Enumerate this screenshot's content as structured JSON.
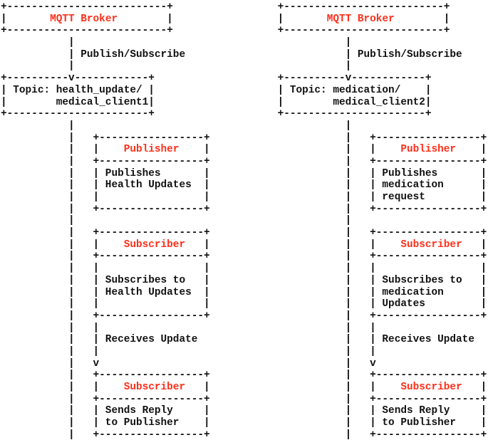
{
  "title": "MQTT Broker publish/subscribe ASCII diagram",
  "colors": {
    "background": "#ffffff",
    "text": "#111111",
    "accent": "#ff2f1a"
  },
  "content": {
    "left_diagram": {
      "broker": "MQTT Broker",
      "link_label": "Publish/Subscribe",
      "topic_line1": "Topic: health_update/",
      "topic_line2": "medical_client1",
      "publisher_box": [
        "Publisher",
        "Publishes",
        "Health Updates"
      ],
      "subscriber_box": [
        "Subscriber",
        "Subscribes to",
        "Health Updates"
      ],
      "event_label": "Receives Update",
      "reply_box": [
        "Subscriber",
        "Sends Reply",
        "to Publisher"
      ]
    },
    "right_diagram": {
      "broker": "MQTT Broker",
      "link_label": "Publish/Subscribe",
      "topic_line1": "Topic: medication/",
      "topic_line2": "medical_client2",
      "publisher_box": [
        "Publisher",
        "Publishes",
        "medication",
        "request"
      ],
      "subscriber_box": [
        "Subscriber",
        "Subscribes to",
        "medication",
        "Updates"
      ],
      "event_label": "Receives Update",
      "reply_box": [
        "Subscriber",
        "Sends Reply",
        "to Publisher"
      ]
    }
  },
  "ascii": {
    "rows": [
      [
        "+--------------------------+                 +--------------------------+"
      ],
      [
        "|       ",
        {
          "t": "MQTT Broker",
          "n": "left-broker-title"
        },
        "        |                 |       ",
        {
          "t": "MQTT Broker",
          "n": "right-broker-title"
        },
        "        |"
      ],
      [
        "+--------------------------+                 +--------------------------+"
      ],
      [
        "           |                                            |"
      ],
      [
        "           | Publish/Subscribe                          | Publish/Subscribe"
      ],
      [
        "           |                                            |"
      ],
      [
        "+----------v------------+                    +----------v------------+"
      ],
      [
        "| Topic: health_update/ |                    | Topic: medication/    |"
      ],
      [
        "|        medical_client1|                    |        medical_client2|"
      ],
      [
        "+-----------------------+                    +-----------------------+"
      ],
      [
        "           |                                            |"
      ],
      [
        "           |   +-----------------+                      |   +-----------------+"
      ],
      [
        "           |   |    ",
        {
          "t": "Publisher",
          "n": "left-publisher-title"
        },
        "    |                      |   |    ",
        {
          "t": "Publisher",
          "n": "right-publisher-title"
        },
        "    |"
      ],
      [
        "           |   +-----------------+                      |   +-----------------+"
      ],
      [
        "           |   | Publishes       |                      |   | Publishes       |"
      ],
      [
        "           |   | Health Updates  |                      |   | medication      |"
      ],
      [
        "           |   |                 |                      |   | request         |"
      ],
      [
        "           |   +-----------------+                      |   +-----------------+"
      ],
      [
        "           |                                            |"
      ],
      [
        "           |   +-----------------+                      |   +-----------------+"
      ],
      [
        "           |   |    ",
        {
          "t": "Subscriber",
          "n": "left-subscriber-title"
        },
        "   |                      |   |    ",
        {
          "t": "Subscriber",
          "n": "right-subscriber-title"
        },
        "   |"
      ],
      [
        "           |   +-----------------+                      |   +-----------------+"
      ],
      [
        "           |   |                 |                      |   |                 |"
      ],
      [
        "           |   | Subscribes to   |                      |   | Subscribes to   |"
      ],
      [
        "           |   | Health Updates  |                      |   | medication      |"
      ],
      [
        "           |   |                 |                      |   | Updates         |"
      ],
      [
        "           |   +-----------------+                      |   +-----------------+"
      ],
      [
        "           |   |                                        |   |"
      ],
      [
        "           |   | Receives Update                        |   | Receives Update"
      ],
      [
        "           |   |                                        |   |"
      ],
      [
        "           |   v                                        |   v"
      ],
      [
        "           |   +-----------------+                      |   +-----------------+"
      ],
      [
        "           |   |    ",
        {
          "t": "Subscriber",
          "n": "left-reply-subscriber-title"
        },
        "   |                      |   |    ",
        {
          "t": "Subscriber",
          "n": "right-reply-subscriber-title"
        },
        "   |"
      ],
      [
        "           |   +-----------------+                      |   +-----------------+"
      ],
      [
        "           |   | Sends Reply     |                      |   | Sends Reply     |"
      ],
      [
        "           |   | to Publisher    |                      |   | to Publisher    |"
      ],
      [
        "           |   +-----------------+                      |   +-----------------+"
      ]
    ]
  }
}
